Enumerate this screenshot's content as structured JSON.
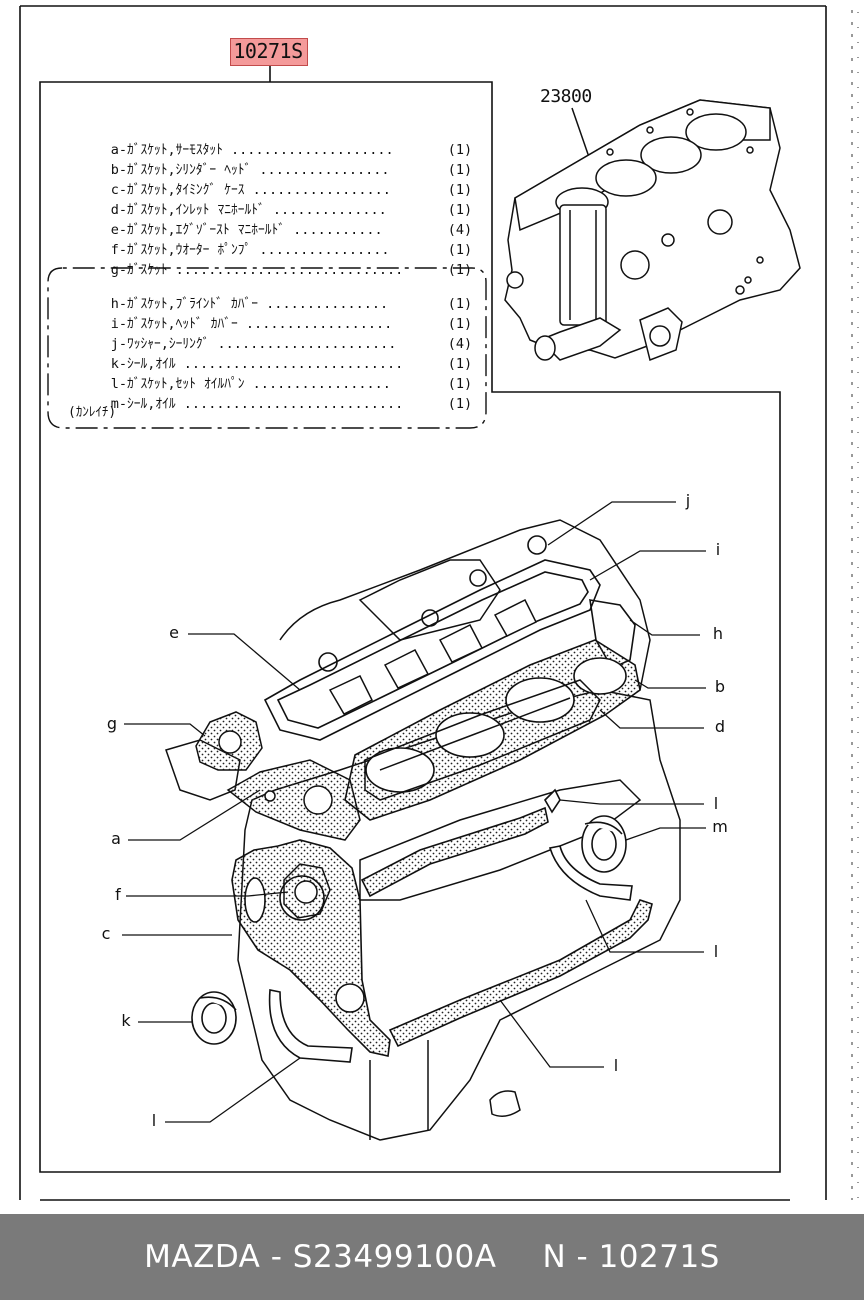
{
  "kit_part_number": "10271S",
  "block_assembly_number": "23800",
  "parts_list": [
    {
      "letter": "a",
      "description": "-ｶﾞｽｹｯﾄ,ｻｰﾓｽﾀｯﾄ",
      "qty": "(1)"
    },
    {
      "letter": "b",
      "description": "-ｶﾞｽｹｯﾄ,ｼﾘﾝﾀﾞｰ ﾍｯﾄﾞ",
      "qty": "(1)"
    },
    {
      "letter": "c",
      "description": "-ｶﾞｽｹｯﾄ,ﾀｲﾐﾝｸﾞ ｹｰｽ",
      "qty": "(1)"
    },
    {
      "letter": "d",
      "description": "-ｶﾞｽｹｯﾄ,ｲﾝﾚｯﾄ ﾏﾆﾎｰﾙﾄﾞ",
      "qty": "(1)"
    },
    {
      "letter": "e",
      "description": "-ｶﾞｽｹｯﾄ,ｴｸﾞｿﾞｰｽﾄ ﾏﾆﾎｰﾙﾄﾞ",
      "qty": "(4)"
    },
    {
      "letter": "f",
      "description": "-ｶﾞｽｹｯﾄ,ｳｵｰﾀｰ ﾎﾟﾝﾌﾟ",
      "qty": "(1)"
    },
    {
      "letter": "g",
      "description": "-ｶﾞｽｹｯﾄ",
      "qty": "(1)"
    }
  ],
  "related_parts_list": [
    {
      "letter": "h",
      "description": "-ｶﾞｽｹｯﾄ,ﾌﾞﾗｲﾝﾄﾞ ｶﾊﾞｰ",
      "qty": "(1)"
    },
    {
      "letter": "i",
      "description": "-ｶﾞｽｹｯﾄ,ﾍｯﾄﾞ ｶﾊﾞｰ",
      "qty": "(1)"
    },
    {
      "letter": "j",
      "description": "-ﾜｯｼｬｰ,ｼｰﾘﾝｸﾞ",
      "qty": "(4)"
    },
    {
      "letter": "k",
      "description": "-ｼｰﾙ,ｵｲﾙ",
      "qty": "(1)"
    },
    {
      "letter": "l",
      "description": "-ｶﾞｽｹｯﾄ,ｾｯﾄ ｵｲﾙﾊﾟﾝ",
      "qty": "(1)"
    },
    {
      "letter": "m",
      "description": "-ｼｰﾙ,ｵｲﾙ",
      "qty": "(1)"
    }
  ],
  "related_note": "(ｶﾝﾚｲﾁ)",
  "callouts": {
    "j": "j",
    "i": "i",
    "h": "h",
    "b": "b",
    "d": "d",
    "e": "e",
    "g": "g",
    "a": "a",
    "f": "f",
    "c": "c",
    "k": "k",
    "l": "l",
    "m": "m"
  },
  "footer": {
    "brand": "MAZDA",
    "sep1": "-",
    "oem_number": "S23499100A",
    "n_label": "N",
    "sep2": "-",
    "n_number": "10271S"
  },
  "colors": {
    "highlight": "#f49a9a",
    "footer_bg": "#7a7a7a",
    "footer_text": "#ffffff",
    "line": "#111111"
  }
}
